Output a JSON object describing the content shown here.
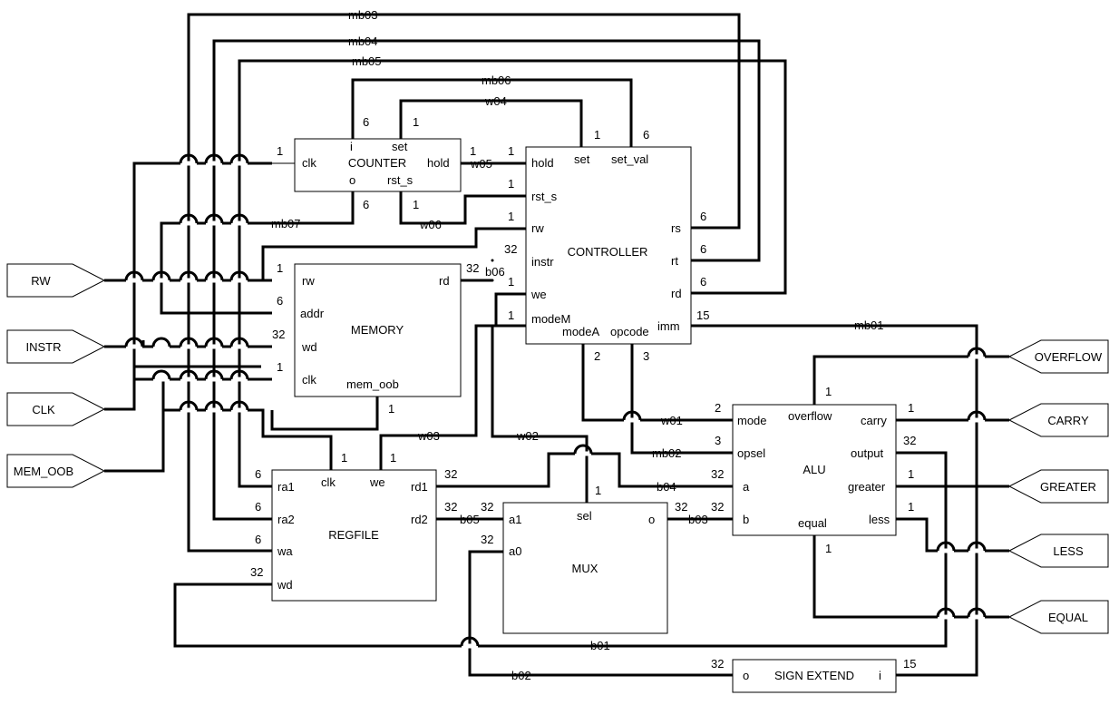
{
  "inputs": {
    "rw": "RW",
    "instr": "INSTR",
    "clk": "CLK",
    "mem_oob": "MEM_OOB"
  },
  "outputs": {
    "overflow": "OVERFLOW",
    "carry": "CARRY",
    "greater": "GREATER",
    "less": "LESS",
    "equal": "EQUAL"
  },
  "blocks": {
    "counter": {
      "title": "COUNTER",
      "clk": "clk",
      "i": "i",
      "set": "set",
      "hold": "hold",
      "o": "o",
      "rst_s": "rst_s",
      "w_clk": "1",
      "w_i": "6",
      "w_set": "1",
      "w_hold": "1",
      "w_o": "6",
      "w_rst_s": "1"
    },
    "controller": {
      "title": "CONTROLLER",
      "hold": "hold",
      "set": "set",
      "set_val": "set_val",
      "rst_s": "rst_s",
      "rw": "rw",
      "instr": "instr",
      "we": "we",
      "modeM": "modeM",
      "modeA": "modeA",
      "opcode": "opcode",
      "rs": "rs",
      "rt": "rt",
      "rd": "rd",
      "imm": "imm",
      "w_hold": "1",
      "w_set": "1",
      "w_set_val": "6",
      "w_rst_s": "1",
      "w_rw": "1",
      "w_instr": "32",
      "w_we": "1",
      "w_modeM": "1",
      "w_modeA": "2",
      "w_opcode": "3",
      "w_rs": "6",
      "w_rt": "6",
      "w_rd": "6",
      "w_imm": "15"
    },
    "memory": {
      "title": "MEMORY",
      "rw": "rw",
      "addr": "addr",
      "wd": "wd",
      "clk": "clk",
      "rd": "rd",
      "mem_oob": "mem_oob",
      "w_rw": "1",
      "w_addr": "6",
      "w_wd": "32",
      "w_clk": "1",
      "w_rd": "32",
      "w_mem_oob": "1"
    },
    "regfile": {
      "title": "REGFILE",
      "ra1": "ra1",
      "ra2": "ra2",
      "wa": "wa",
      "wd": "wd",
      "clk": "clk",
      "we": "we",
      "rd1": "rd1",
      "rd2": "rd2",
      "w_ra1": "6",
      "w_ra2": "6",
      "w_wa": "6",
      "w_wd": "32",
      "w_clk": "1",
      "w_we": "1",
      "w_rd1": "32",
      "w_rd2": "32"
    },
    "mux": {
      "title": "MUX",
      "a1": "a1",
      "a0": "a0",
      "sel": "sel",
      "o": "o",
      "w_a1": "32",
      "w_a0": "32",
      "w_sel": "1",
      "w_o": "32"
    },
    "alu": {
      "title": "ALU",
      "mode": "mode",
      "opsel": "opsel",
      "a": "a",
      "b": "b",
      "overflow": "overflow",
      "equal": "equal",
      "carry": "carry",
      "output": "output",
      "greater": "greater",
      "less": "less",
      "w_mode": "2",
      "w_opsel": "3",
      "w_a": "32",
      "w_b": "32",
      "w_overflow": "1",
      "w_equal": "1",
      "w_carry": "1",
      "w_output": "32",
      "w_greater": "1",
      "w_less": "1"
    },
    "sign_extend": {
      "title": "SIGN EXTEND",
      "o": "o",
      "i": "i",
      "w_o": "32",
      "w_i": "15"
    }
  },
  "wires": {
    "mb01": "mb01",
    "mb02": "mb02",
    "mb03": "mb03",
    "mb04": "mb04",
    "mb05": "mb05",
    "mb06": "mb06",
    "mb07": "mb07",
    "w01": "w01",
    "w02": "w02",
    "w03": "w03",
    "w04": "w04",
    "w05": "w05",
    "w06": "w06",
    "b01": "b01",
    "b02": "b02",
    "b03": "b03",
    "b04": "b04",
    "b05": "b05",
    "b06": "b06"
  }
}
